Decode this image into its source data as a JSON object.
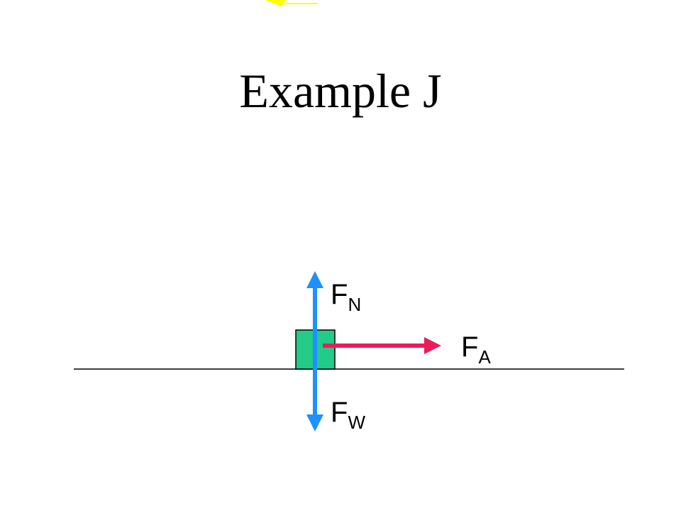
{
  "slide": {
    "title": "Example J"
  },
  "diagram": {
    "forces": [
      {
        "symbol": "F",
        "subscript": "N",
        "direction": "up",
        "color": "#1e90ff"
      },
      {
        "symbol": "F",
        "subscript": "A",
        "direction": "right",
        "color": "#ee1b5b"
      },
      {
        "symbol": "F",
        "subscript": "W",
        "direction": "down",
        "color": "#1e90ff"
      }
    ],
    "block_color": "#22cc88",
    "nav_arrow_color": "#ffff00"
  }
}
